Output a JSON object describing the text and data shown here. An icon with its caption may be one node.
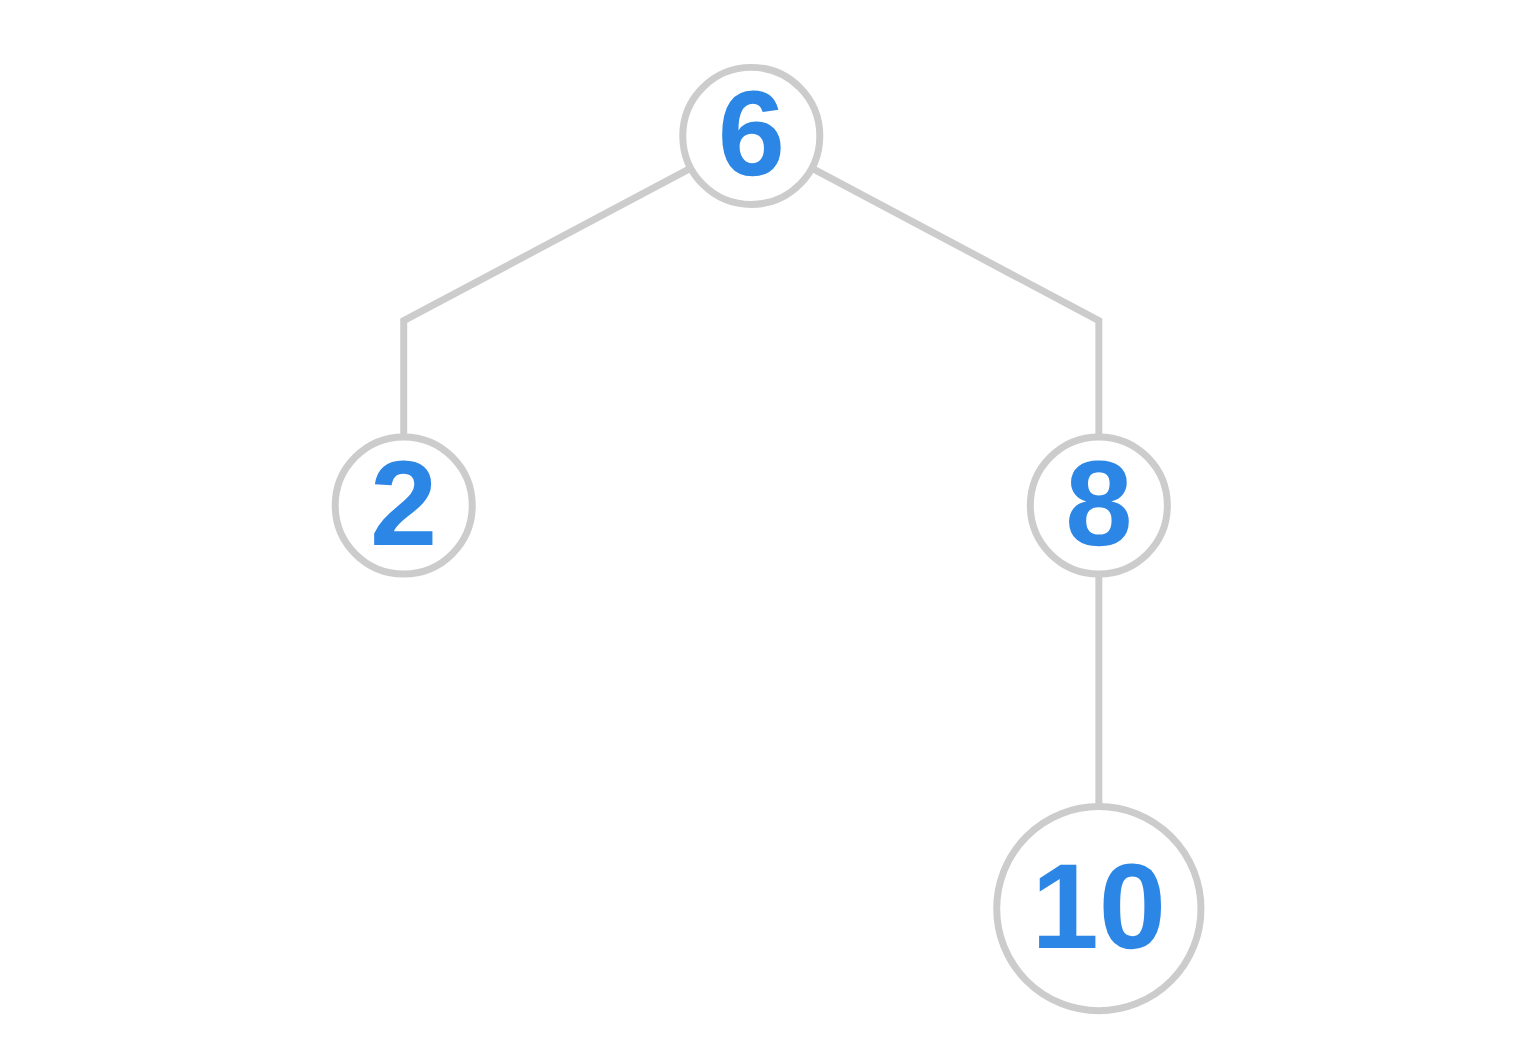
{
  "diagram": {
    "nodes": [
      {
        "text": [
          "6"
        ]
      },
      {
        "text": [
          "2"
        ]
      },
      {
        "text": [
          "8"
        ]
      },
      {
        "text": [
          "10"
        ]
      }
    ],
    "edges": [
      {
        "from": 0,
        "to": 1,
        "arrow": "none"
      },
      {
        "from": 0,
        "to": 2,
        "arrow": "none"
      },
      {
        "from": 2,
        "to": 3,
        "arrow": "none"
      }
    ]
  }
}
